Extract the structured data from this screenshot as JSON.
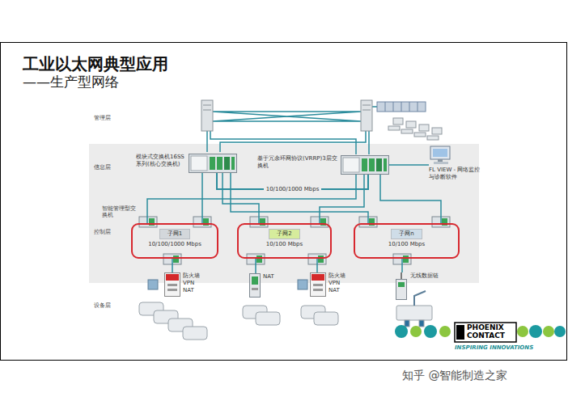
{
  "diagram": {
    "title": "工业以太网典型应用",
    "nodes": [
      {
        "text": [
          "模块式交换机16SS系列(核心交换机)"
        ]
      },
      {
        "text": [
          "基于冗余环网协议(VRRP)3层交换机"
        ]
      },
      {
        "text": [
          "10/100/1000 Mbps"
        ]
      },
      {
        "text": [
          "子网1"
        ],
        "in": 2
      },
      {
        "text": [
          "10/100 Mbps"
        ]
      },
      {
        "text": [
          "子网2"
        ],
        "in": 4
      },
      {
        "text": [
          "10/100 Mbps"
        ]
      },
      {
        "text": [
          "子网n"
        ],
        "in": 6
      },
      {
        "text": [
          "FL VIEW - 网络监控与诊断软件"
        ]
      },
      {
        "text": [
          "防火墙",
          "VPN",
          "NAT"
        ]
      },
      {
        "text": [
          "NAT"
        ]
      },
      {
        "text": [
          "防火墙",
          "VPN",
          "NAT"
        ]
      },
      {
        "text": [
          "无线数据链"
        ]
      }
    ],
    "edges": [
      {
        "from": 0,
        "to": 1,
        "arrow": "none",
        "label": "10/100/1000 Mbps"
      },
      {
        "from": 0,
        "to": 2,
        "arrow": "none"
      },
      {
        "from": 0,
        "to": 4,
        "arrow": "none"
      },
      {
        "from": 0,
        "to": 6,
        "arrow": "none"
      },
      {
        "from": 1,
        "to": 2,
        "arrow": "none"
      },
      {
        "from": 1,
        "to": 4,
        "arrow": "none"
      },
      {
        "from": 1,
        "to": 6,
        "arrow": "none"
      },
      {
        "from": 1,
        "to": 8,
        "arrow": "none"
      },
      {
        "from": 2,
        "to": 9,
        "arrow": "none"
      },
      {
        "from": 4,
        "to": 10,
        "arrow": "none"
      },
      {
        "from": 4,
        "to": 11,
        "arrow": "none"
      },
      {
        "from": 6,
        "to": 12,
        "arrow": "none"
      }
    ],
    "labels": [
      "——生产型网络",
      "管理层",
      "信息层",
      "控制层",
      "设备层",
      "智能管理型交换机",
      "PHOENIX",
      "CONTACT",
      "INSPIRING INNOVATIONS",
      "知乎 @智能制造之家"
    ]
  }
}
